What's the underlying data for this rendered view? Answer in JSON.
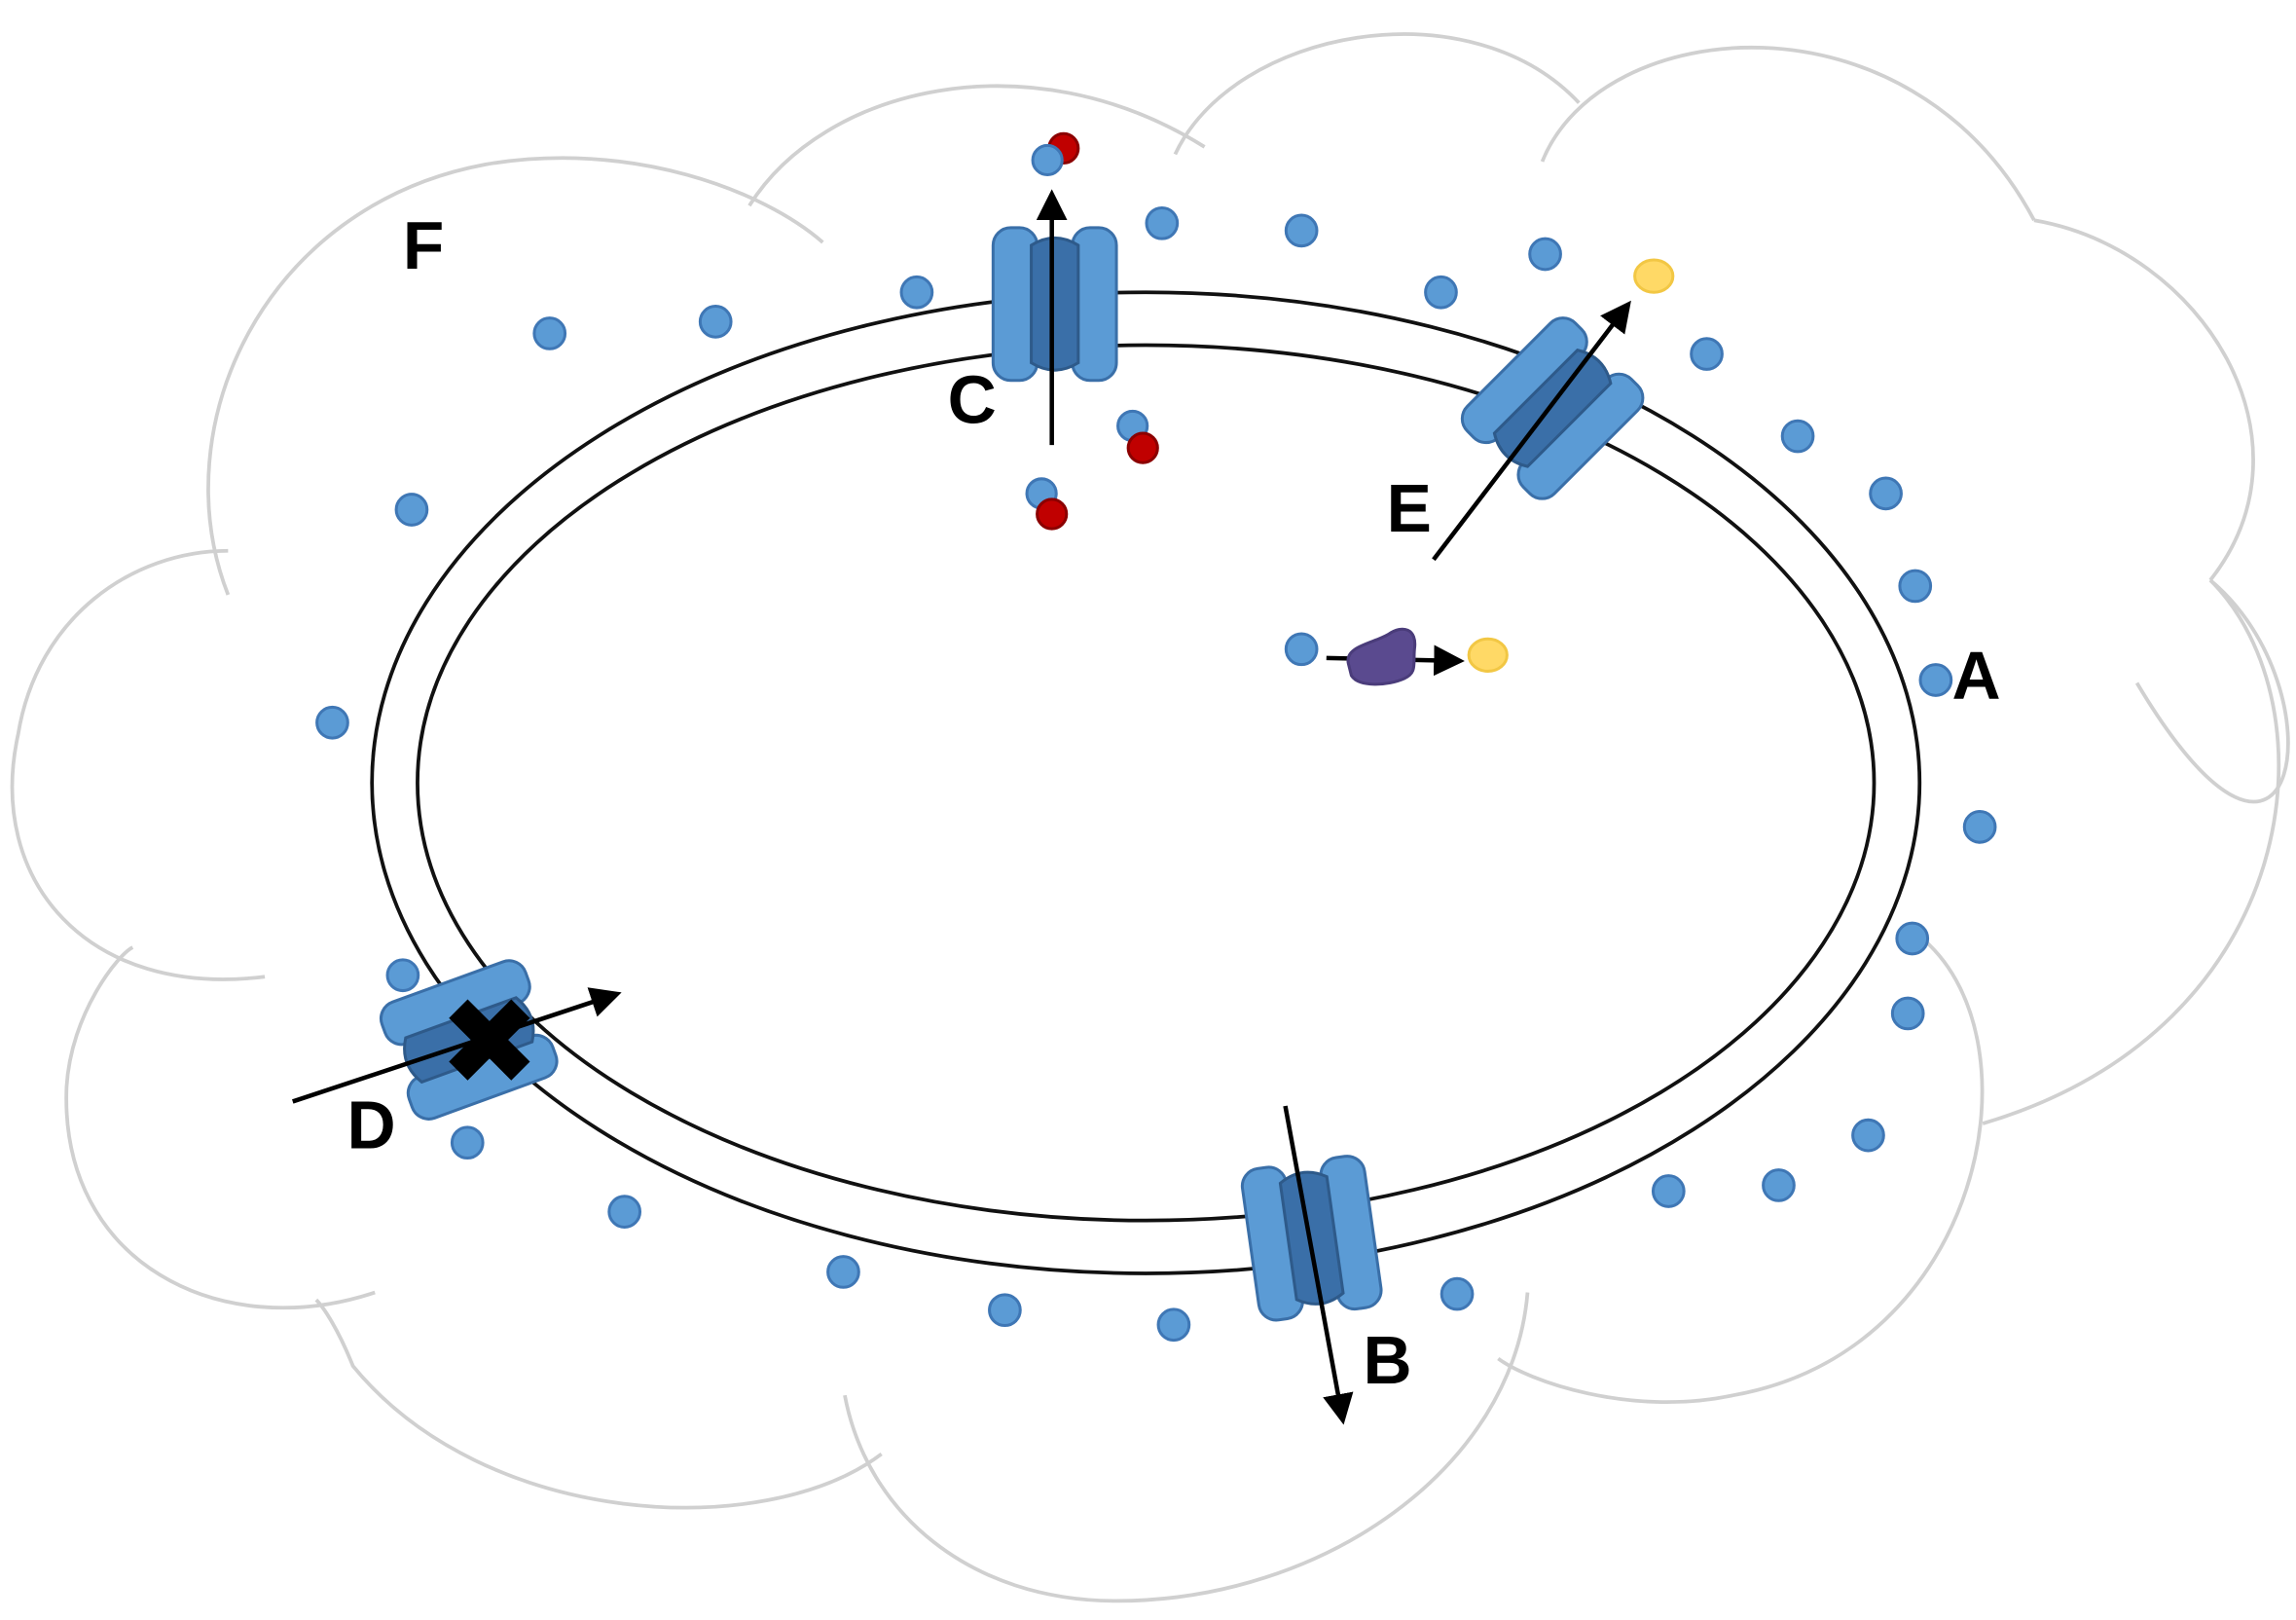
{
  "labels": {
    "A": "A",
    "B": "B",
    "C": "C",
    "D": "D",
    "E": "E",
    "F": "F"
  },
  "colors": {
    "particle_blue": "#5b9bd5",
    "particle_red": "#c00000",
    "particle_yellow": "#ffd966",
    "enzyme_purple": "#5a4a8f",
    "channel_light": "#5b9bd5",
    "channel_dark": "#3a6fa8",
    "membrane": "#111111",
    "cloud_outline": "#d0d0d0",
    "blocked_mark": "#000000"
  },
  "elements": {
    "channels": [
      "channel-b",
      "channel-c",
      "channel-d-blocked",
      "channel-e"
    ],
    "blocked_channel": "channel-d-blocked",
    "enzyme": "enzyme-shape"
  }
}
